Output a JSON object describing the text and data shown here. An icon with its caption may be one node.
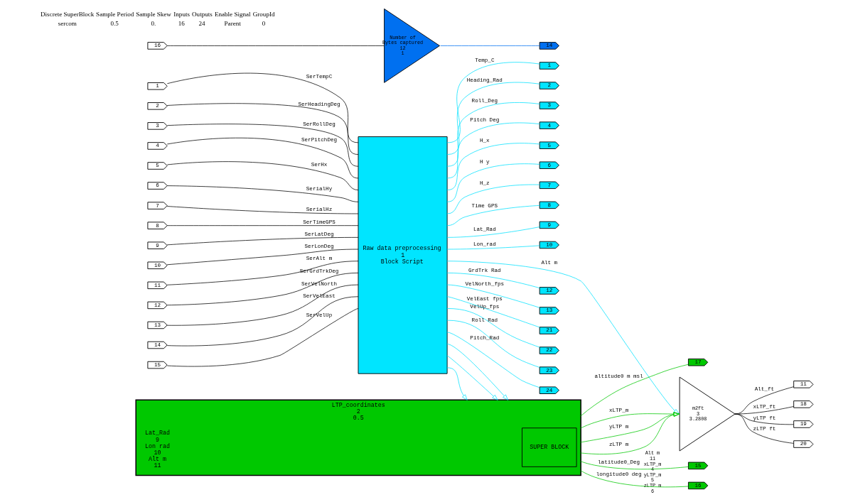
{
  "diagram": {
    "nodes": [
      {
        "text": [
          "Raw data preprocessing",
          "1",
          "Block Script"
        ]
      },
      {
        "text": [
          "1"
        ]
      },
      {
        "text": [
          "2"
        ]
      },
      {
        "text": [
          "3"
        ]
      },
      {
        "text": [
          "4"
        ]
      },
      {
        "text": [
          "5"
        ]
      },
      {
        "text": [
          "6"
        ]
      },
      {
        "text": [
          "7"
        ]
      },
      {
        "text": [
          "8"
        ]
      },
      {
        "text": [
          "9"
        ]
      },
      {
        "text": [
          "10"
        ]
      },
      {
        "text": [
          "11"
        ]
      },
      {
        "text": [
          "12"
        ]
      },
      {
        "text": [
          "13"
        ]
      },
      {
        "text": [
          "14"
        ]
      },
      {
        "text": [
          "15"
        ]
      },
      {
        "text": [
          "1"
        ]
      },
      {
        "text": [
          "2"
        ]
      },
      {
        "text": [
          "3"
        ]
      },
      {
        "text": [
          "4"
        ]
      },
      {
        "text": [
          "5"
        ]
      },
      {
        "text": [
          "6"
        ]
      },
      {
        "text": [
          "7"
        ]
      },
      {
        "text": [
          "8"
        ]
      },
      {
        "text": [
          "9"
        ]
      },
      {
        "text": [
          "10"
        ]
      },
      {
        "text": [
          "12"
        ]
      },
      {
        "text": [
          "13"
        ]
      },
      {
        "text": [
          "21"
        ]
      },
      {
        "text": [
          "22"
        ]
      },
      {
        "text": [
          "23"
        ]
      },
      {
        "text": [
          "24"
        ]
      },
      {
        "text": [
          "m2ft",
          "3",
          "3.2808"
        ],
        "beside": [
          "Alt m",
          "11",
          "xLTP_m",
          "4",
          "yLTP_m",
          "5",
          "zLTP m",
          "6"
        ]
      },
      {
        "text": [
          "11"
        ]
      },
      {
        "text": [
          "18"
        ]
      },
      {
        "text": [
          "19"
        ]
      },
      {
        "text": [
          "20"
        ]
      },
      {
        "text": [
          "Number of Bytes captured",
          "12",
          "1"
        ]
      },
      {
        "text": [
          "16"
        ]
      },
      {
        "text": [
          "14"
        ]
      },
      {
        "text": [
          "LTP_coordinates",
          "2",
          "0.5"
        ],
        "beside": [
          "Lat_Rad",
          "9",
          "Lon rad",
          "10",
          "Alt m",
          "11"
        ]
      },
      {
        "text": [
          "SUPER BLOCK"
        ],
        "in": 40
      },
      {
        "text": [
          "15"
        ]
      },
      {
        "text": [
          "16"
        ]
      },
      {
        "text": [
          "17"
        ]
      }
    ],
    "edges": [
      {
        "from": 1,
        "to": 0,
        "arrow": "none",
        "label": "SerTempC"
      },
      {
        "from": 2,
        "to": 0,
        "arrow": "none",
        "label": "SerHeadingDeg"
      },
      {
        "from": 3,
        "to": 0,
        "arrow": "none",
        "label": "SerRollDeg"
      },
      {
        "from": 4,
        "to": 0,
        "arrow": "none",
        "label": "SerPitchDeg"
      },
      {
        "from": 5,
        "to": 0,
        "arrow": "none",
        "label": "SerHx"
      },
      {
        "from": 6,
        "to": 0,
        "arrow": "none",
        "label": "SerialHy"
      },
      {
        "from": 7,
        "to": 0,
        "arrow": "none",
        "label": "SerialHz"
      },
      {
        "from": 8,
        "to": 0,
        "arrow": "none",
        "label": "SerTimeGPS"
      },
      {
        "from": 9,
        "to": 0,
        "arrow": "none",
        "label": "SerLatDeg"
      },
      {
        "from": 10,
        "to": 0,
        "arrow": "none",
        "label": "SerLonDeg"
      },
      {
        "from": 11,
        "to": 0,
        "arrow": "none",
        "label": "SerAlt m"
      },
      {
        "from": 12,
        "to": 0,
        "arrow": "none",
        "label": "SerGrdTrkDeg"
      },
      {
        "from": 13,
        "to": 0,
        "arrow": "none",
        "label": "SerVelNorth"
      },
      {
        "from": 14,
        "to": 0,
        "arrow": "none",
        "label": "SerVelEast"
      },
      {
        "from": 15,
        "to": 0,
        "arrow": "none",
        "label": "SerVelUp"
      },
      {
        "from": 0,
        "to": 16,
        "arrow": "none",
        "label": "Temp_C",
        "color": "#00e0ff"
      },
      {
        "from": 0,
        "to": 17,
        "arrow": "none",
        "label": "Heading_Rad",
        "color": "#00e0ff"
      },
      {
        "from": 0,
        "to": 18,
        "arrow": "none",
        "label": "Roll_Deg",
        "color": "#00e0ff"
      },
      {
        "from": 0,
        "to": 19,
        "arrow": "none",
        "label": "Pitch Deg",
        "color": "#00e0ff"
      },
      {
        "from": 0,
        "to": 20,
        "arrow": "none",
        "label": "H_x",
        "color": "#00e0ff"
      },
      {
        "from": 0,
        "to": 21,
        "arrow": "none",
        "label": "H y",
        "color": "#00e0ff"
      },
      {
        "from": 0,
        "to": 22,
        "arrow": "none",
        "label": "H_z",
        "color": "#00e0ff"
      },
      {
        "from": 0,
        "to": 23,
        "arrow": "none",
        "label": "Time GPS",
        "color": "#00e0ff"
      },
      {
        "from": 0,
        "to": 24,
        "arrow": "none",
        "label": "Lat_Rad",
        "color": "#00e0ff"
      },
      {
        "from": 0,
        "to": 25,
        "arrow": "none",
        "label": "Lon_rad",
        "color": "#00e0ff"
      },
      {
        "from": 0,
        "to": 32,
        "arrow": "to",
        "label": "Alt m",
        "color": "#00e0ff"
      },
      {
        "from": 0,
        "to": 26,
        "arrow": "none",
        "label": "GrdTrk Rad",
        "color": "#00e0ff"
      },
      {
        "from": 0,
        "to": 27,
        "arrow": "none",
        "label": "VelNorth_fps",
        "color": "#00e0ff"
      },
      {
        "from": 0,
        "to": 28,
        "arrow": "none",
        "label": "VelEast fps",
        "color": "#00e0ff"
      },
      {
        "from": 0,
        "to": 29,
        "arrow": "none",
        "label": "VelUp_fps",
        "color": "#00e0ff"
      },
      {
        "from": 0,
        "to": 30,
        "arrow": "none",
        "label": "Roll Rad",
        "color": "#00e0ff"
      },
      {
        "from": 0,
        "to": 31,
        "arrow": "none",
        "label": "Pitch_Rad",
        "color": "#00e0ff"
      },
      {
        "from": 0,
        "to": 40,
        "arrow": "to",
        "color": "#00e0ff"
      },
      {
        "from": 0,
        "to": 40,
        "arrow": "to",
        "color": "#00e0ff"
      },
      {
        "from": 0,
        "to": 40,
        "arrow": "to",
        "color": "#00e0ff"
      },
      {
        "from": 32,
        "to": 33,
        "arrow": "none",
        "label": "Alt_ft"
      },
      {
        "from": 32,
        "to": 34,
        "arrow": "none",
        "label": "xLTP_ft"
      },
      {
        "from": 32,
        "to": 35,
        "arrow": "none",
        "label": "yLTP ft"
      },
      {
        "from": 32,
        "to": 36,
        "arrow": "none",
        "label": "zLTP ft"
      },
      {
        "from": 38,
        "to": 37,
        "arrow": "none"
      },
      {
        "from": 37,
        "to": 39,
        "arrow": "none",
        "color": "#0070f0"
      },
      {
        "from": 40,
        "to": 42,
        "arrow": "none",
        "label": "latitude0_Deg",
        "color": "#00c800"
      },
      {
        "from": 40,
        "to": 43,
        "arrow": "none",
        "label": "longitude0 deg",
        "color": "#00c800"
      },
      {
        "from": 40,
        "to": 44,
        "arrow": "none",
        "label": "altitude0 m msl",
        "color": "#00c800"
      },
      {
        "from": 40,
        "to": 32,
        "arrow": "to",
        "label": "xLTP_m",
        "color": "#00c800"
      },
      {
        "from": 40,
        "to": 32,
        "arrow": "to",
        "label": "yLTP m",
        "color": "#00c800"
      },
      {
        "from": 40,
        "to": 32,
        "arrow": "to",
        "label": "zLTP m",
        "color": "#00c800"
      }
    ],
    "labels": [
      "Discrete SuperBlock",
      "Sample Period",
      "Sample Skew",
      "Inputs",
      "Outputs",
      "Enable Signal",
      "GroupId",
      "sercom",
      "0.5",
      "0.",
      "16",
      "24",
      "Parent",
      "0"
    ]
  }
}
